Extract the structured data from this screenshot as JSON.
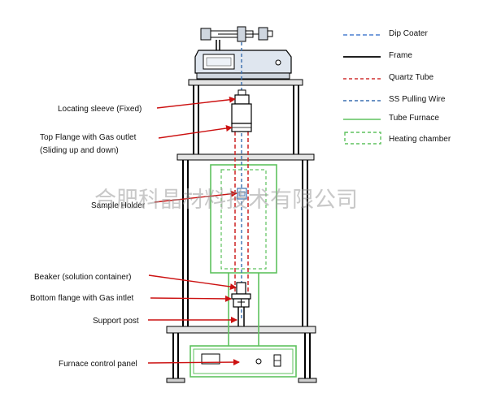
{
  "legend": [
    {
      "label": "Dip Coater",
      "style": "dashed",
      "color": "#4a7fd0"
    },
    {
      "label": "Frame",
      "style": "solid",
      "color": "#000000"
    },
    {
      "label": "Quartz Tube",
      "style": "dashed",
      "color": "#d03030"
    },
    {
      "label": "SS Pulling Wire",
      "style": "dashed",
      "color": "#3a6fb0"
    },
    {
      "label": "Tube Furnace",
      "style": "solid",
      "color": "#5ec25e"
    },
    {
      "label": "Heating chamber",
      "style": "dashed-box",
      "color": "#5ec25e"
    }
  ],
  "callouts": {
    "locating_sleeve": "Locating sleeve (Fixed)",
    "top_flange_1": "Top Flange with Gas outlet",
    "top_flange_2": "(Sliding up and down)",
    "sample_holder": "Sample Holder",
    "beaker": "Beaker (solution container)",
    "bottom_flange": "Bottom flange with Gas intlet",
    "support_post": "Support post",
    "control_panel": "Furnace control panel"
  },
  "watermark": "合肥科晶材料技术有限公司",
  "colors": {
    "frame": "#000000",
    "furnace": "#5ec25e",
    "quartz": "#d03030",
    "wire": "#3a6fb0",
    "arrow": "#cc1111",
    "shelf_fill": "#e4e4e4",
    "machine_fill": "#dfe6ef"
  }
}
